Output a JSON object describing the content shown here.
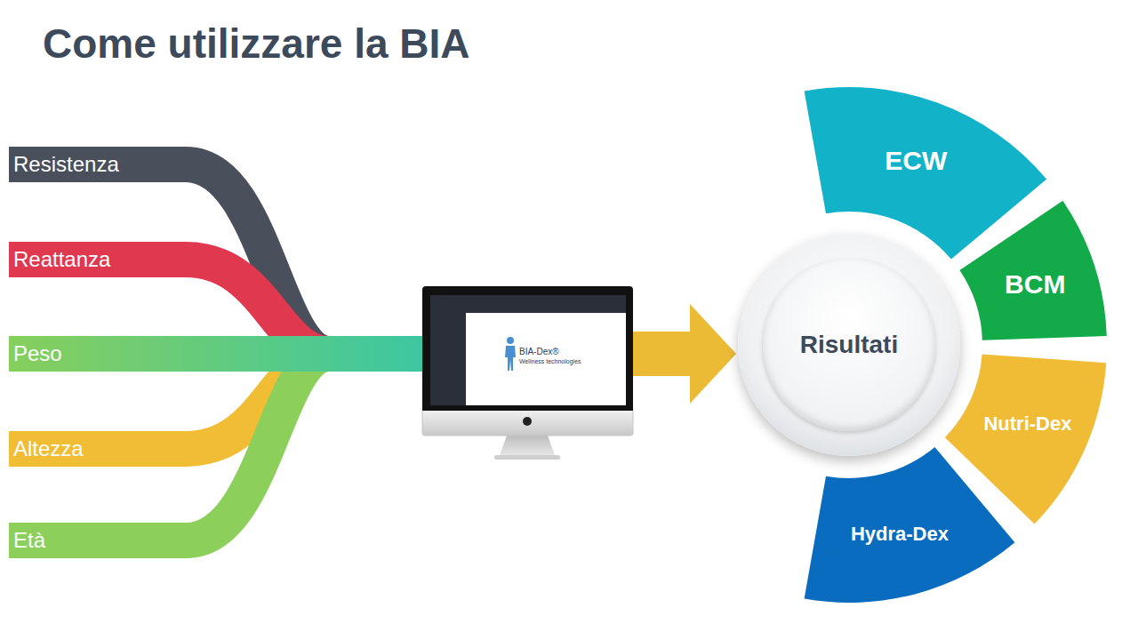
{
  "diagram": {
    "title": "Come utilizzare la BIA",
    "nodes": [
      {
        "text": [
          "Resistenza"
        ]
      },
      {
        "text": [
          "Reattanza"
        ]
      },
      {
        "text": [
          "Peso"
        ]
      },
      {
        "text": [
          "Altezza"
        ]
      },
      {
        "text": [
          "Età"
        ]
      },
      {
        "text": [
          "BIA-Dex®",
          "Wellness technologies"
        ]
      },
      {
        "text": [
          "Risultati"
        ]
      },
      {
        "text": [
          "ECW"
        ]
      },
      {
        "text": [
          "BCM"
        ]
      },
      {
        "text": [
          "Nutri-Dex"
        ]
      },
      {
        "text": [
          "Hydra-Dex"
        ]
      }
    ],
    "edges": [
      {
        "from": 0,
        "to": 5,
        "arrow": "none"
      },
      {
        "from": 1,
        "to": 5,
        "arrow": "none"
      },
      {
        "from": 2,
        "to": 5,
        "arrow": "none"
      },
      {
        "from": 3,
        "to": 5,
        "arrow": "none"
      },
      {
        "from": 4,
        "to": 5,
        "arrow": "none"
      },
      {
        "from": 5,
        "to": 6,
        "arrow": "to"
      }
    ]
  }
}
